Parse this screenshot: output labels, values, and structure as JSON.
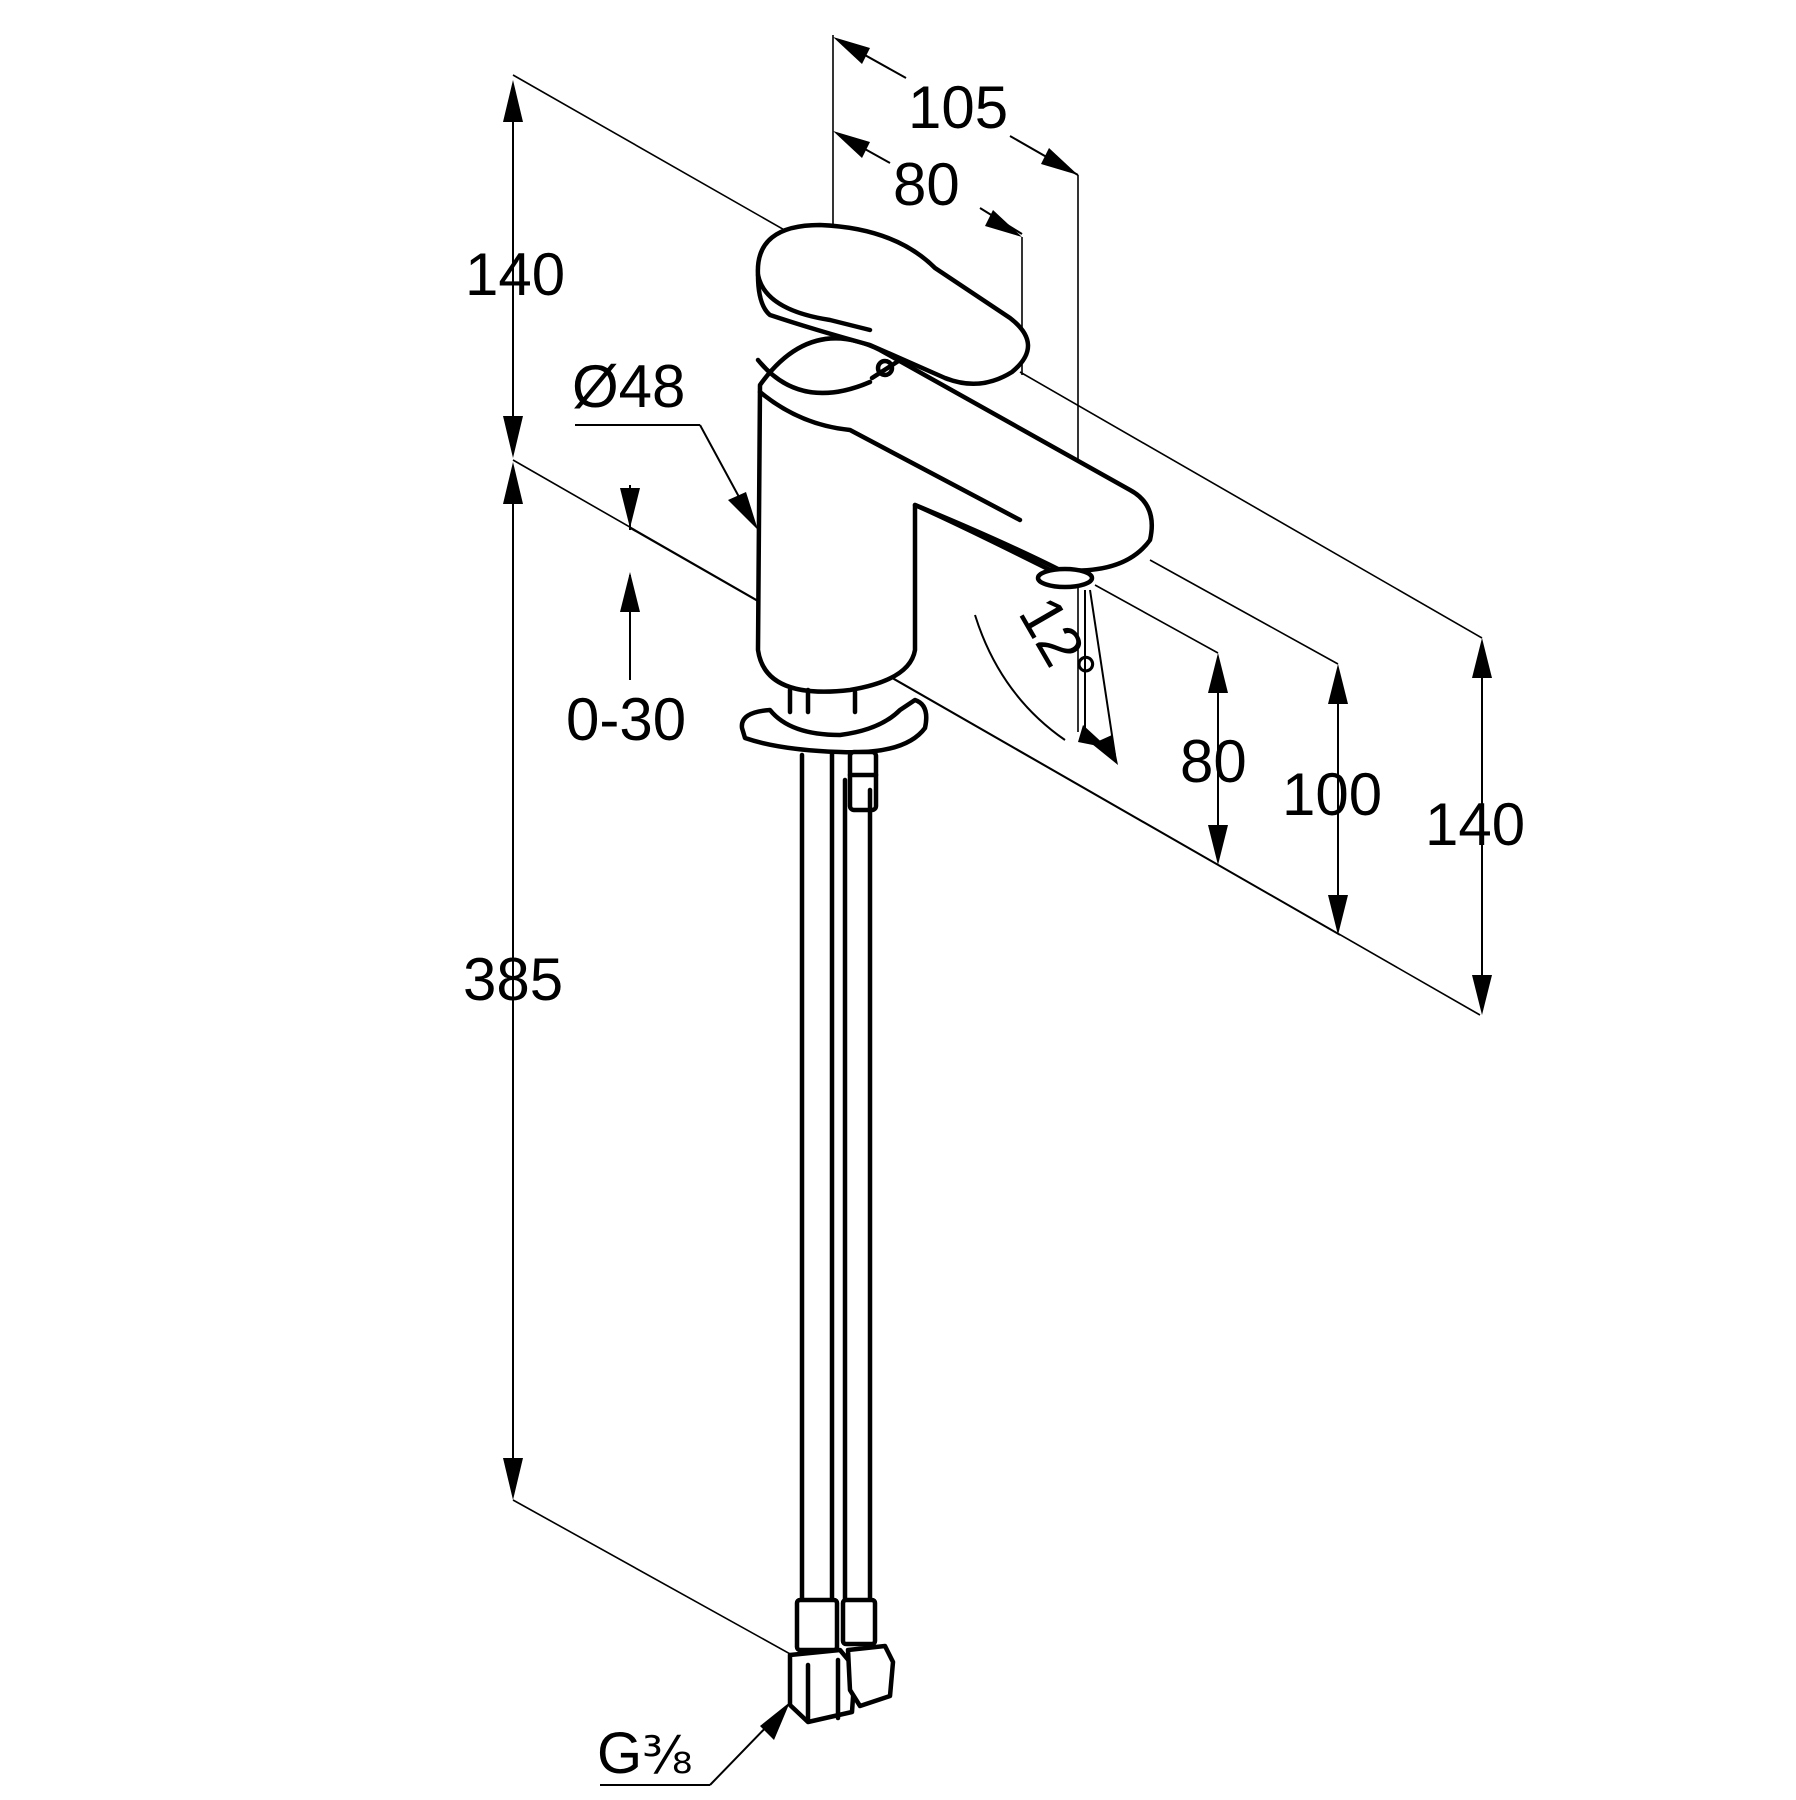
{
  "drawing": {
    "colors": {
      "line": "#000000",
      "background": "#ffffff"
    },
    "dimensions": {
      "spout_reach": "105",
      "lever_reach": "80",
      "upper_height": "140",
      "body_diameter": "Ø48",
      "deck_thickness": "0-30",
      "hose_length": "385",
      "spout_angle": "12°",
      "outlet_height": "80",
      "spout_height": "100",
      "total_height": "140",
      "connection_prefix": "G",
      "connection_fraction": "⅜"
    }
  }
}
